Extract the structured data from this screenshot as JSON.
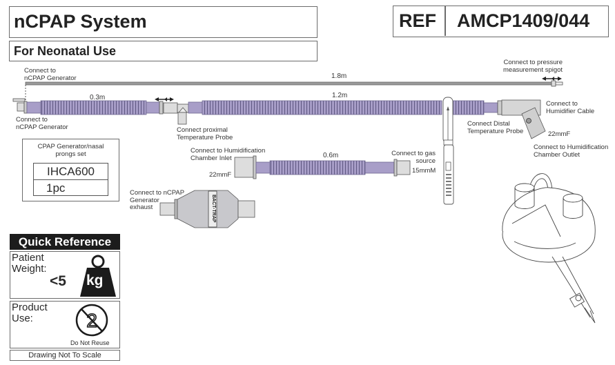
{
  "header": {
    "title": "nCPAP System",
    "subtitle": "For Neonatal Use",
    "ref_label": "REF",
    "ref_code": "AMCP1409/044"
  },
  "diagram": {
    "labels": {
      "connect_generator_top": [
        "Connect to",
        "nCPAP Generator"
      ],
      "connect_generator_bottom": [
        "Connect to",
        "nCPAP Generator"
      ],
      "pressure_line_length": "1.8m",
      "pressure_spigot": [
        "Connect to pressure",
        "measurement spigot"
      ],
      "short_tube_length": "0.3m",
      "long_tube_length": "1.2m",
      "proximal_probe": [
        "Connect proximal",
        "Temperature Probe"
      ],
      "distal_probe": [
        "Connect Distal",
        "Temperature Probe"
      ],
      "humidifier_cable": [
        "Connect to",
        "Humidifier Cable"
      ],
      "outlet_size": "22mmF",
      "chamber_outlet": [
        "Connect to Humidification",
        "Chamber Outlet"
      ],
      "chamber_inlet": [
        "Connect to Humidification",
        "Chamber Inlet"
      ],
      "inlet_size": "22mmF",
      "inlet_tube_length": "0.6m",
      "gas_source": [
        "Connect to gas",
        "source"
      ],
      "gas_size": "15mmM",
      "exhaust": [
        "Connect to nCPAP",
        "Generator",
        "exhaust"
      ],
      "filter_brand": "BACT-TRAP"
    },
    "generator_set": {
      "title": [
        "CPAP Generator/nasal",
        "prongs set"
      ],
      "code": "IHCA600",
      "qty": "1pc"
    }
  },
  "quick_reference": {
    "title": "Quick Reference",
    "weight_label": [
      "Patient",
      "Weight:"
    ],
    "weight_value": "<5",
    "weight_unit": "kg",
    "use_label": [
      "Product",
      "Use:"
    ],
    "use_symbol_number": "2",
    "use_caption": "Do Not Reuse",
    "footer": "Drawing Not To Scale"
  },
  "colors": {
    "tube": "#a89ec8",
    "tube_dark": "#6e6690",
    "connector": "#d9d9d9",
    "outline": "#6b6b6b"
  }
}
